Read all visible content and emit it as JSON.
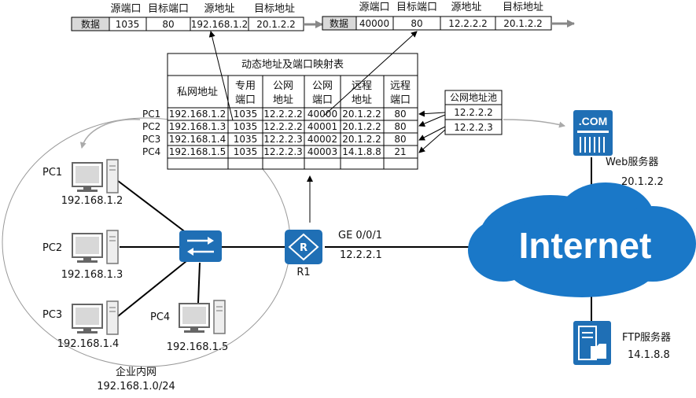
{
  "packet1": {
    "headers": [
      "源端口",
      "目标端口",
      "源地址",
      "目标地址"
    ],
    "label": "数据",
    "cells": [
      "1035",
      "80",
      "192.168.1.2",
      "20.1.2.2"
    ]
  },
  "packet2": {
    "headers": [
      "源端口",
      "目标端口",
      "源地址",
      "目标地址"
    ],
    "label": "数据",
    "cells": [
      "40000",
      "80",
      "12.2.2.2",
      "20.1.2.2"
    ]
  },
  "nat_table": {
    "title": "动态地址及端口映射表",
    "headers": [
      [
        "私网地址"
      ],
      [
        "专用",
        "端口"
      ],
      [
        "公网",
        "地址"
      ],
      [
        "公网",
        "端口"
      ],
      [
        "远程",
        "地址"
      ],
      [
        "远程",
        "端口"
      ]
    ],
    "row_labels": [
      "PC1",
      "PC2",
      "PC3",
      "PC4"
    ],
    "rows": [
      [
        "192.168.1.2",
        "1035",
        "12.2.2.2",
        "40000",
        "20.1.2.2",
        "80"
      ],
      [
        "192.168.1.3",
        "1035",
        "12.2.2.2",
        "40001",
        "20.1.2.2",
        "80"
      ],
      [
        "192.168.1.4",
        "1035",
        "12.2.2.3",
        "40002",
        "20.1.2.2",
        "80"
      ],
      [
        "192.168.1.5",
        "1035",
        "12.2.2.3",
        "40003",
        "14.1.8.8",
        "21"
      ]
    ]
  },
  "pool": {
    "title": "公网地址池",
    "items": [
      "12.2.2.2",
      "12.2.2.3"
    ]
  },
  "pcs": [
    {
      "name": "PC1",
      "ip": "192.168.1.2"
    },
    {
      "name": "PC2",
      "ip": "192.168.1.3"
    },
    {
      "name": "PC3",
      "ip": "192.168.1.4"
    },
    {
      "name": "PC4",
      "ip": "192.168.1.5"
    }
  ],
  "lan": {
    "label": "企业内网",
    "subnet": "192.168.1.0/24"
  },
  "router": {
    "name": "R1",
    "interface": "GE 0/0/1",
    "ip": "12.2.2.1"
  },
  "internet": {
    "label": "Internet"
  },
  "web_server": {
    "badge": ".COM",
    "name": "Web服务器",
    "ip": "20.1.2.2"
  },
  "ftp_server": {
    "name": "FTP服务器",
    "ip": "14.1.8.8"
  },
  "colors": {
    "device_blue": "#1f6fb5",
    "cloud_blue": "#1a78c8",
    "line": "#000000",
    "arrow_gray": "#888888"
  }
}
